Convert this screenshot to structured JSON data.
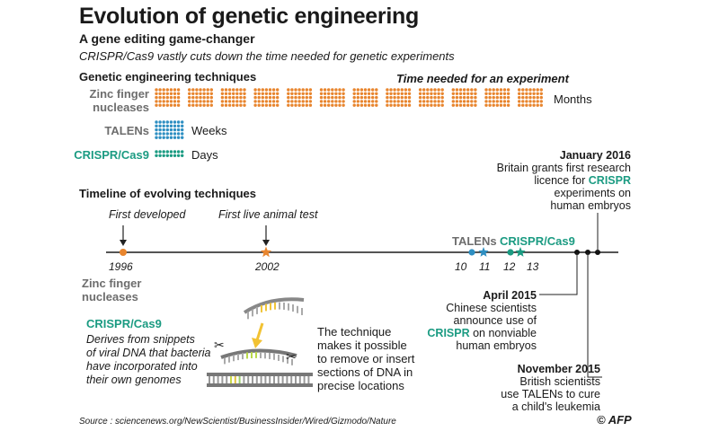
{
  "title": "Evolution of genetic engineering",
  "subtitle": "A gene editing game-changer",
  "intro": "CRISPR/Cas9 vastly cuts down the time needed for genetic experiments",
  "techniques": {
    "header": "Genetic engineering techniques",
    "time_header": "Time needed for an experiment",
    "rows": [
      {
        "name_line1": "Zinc finger",
        "name_line2": "nucleases",
        "duration": "Months",
        "color": "#e8852e",
        "blocks": 12
      },
      {
        "name_line1": "TALENs",
        "name_line2": "",
        "duration": "Weeks",
        "color": "#2e8fc2",
        "blocks": 1
      },
      {
        "name_line1": "CRISPR/Cas9",
        "name_line2": "",
        "duration": "Days",
        "color": "#1b9b82",
        "blocks": 1
      }
    ]
  },
  "timeline": {
    "header": "Timeline of evolving techniques",
    "first_developed": "First developed",
    "first_animal": "First live animal test",
    "year_1996": "1996",
    "year_2002": "2002",
    "tick_10": "10",
    "tick_11": "11",
    "tick_12": "12",
    "tick_13": "13",
    "zinc_line1": "Zinc finger",
    "zinc_line2": "nucleases",
    "talens_marker": "TALENs",
    "crispr_marker": "CRISPR/Cas9"
  },
  "events": {
    "jan2016": {
      "date": "January 2016",
      "l1": "Britain grants first research",
      "l2a": "licence for ",
      "l2b": "CRISPR",
      "l3": "experiments on",
      "l4": "human embryos"
    },
    "apr2015": {
      "date": "April 2015",
      "l1": "Chinese scientists",
      "l2": "announce use of",
      "l3a": "CRISPR",
      "l3b": " on nonviable",
      "l4": "human embryos"
    },
    "nov2015": {
      "date": "November 2015",
      "l1": "British scientists",
      "l2": "use TALENs to cure",
      "l3": "a child's leukemia"
    }
  },
  "crispr_box": {
    "title": "CRISPR/Cas9",
    "l1": "Derives from snippets",
    "l2": "of viral DNA that bacteria",
    "l3": "have incorporated into",
    "l4": "their own genomes"
  },
  "technique_text": {
    "l1": "The technique",
    "l2": "makes it possible",
    "l3": "to remove or insert",
    "l4": "sections of DNA in",
    "l5": "precise locations"
  },
  "source": "Source : sciencenews.org/NewScientist/BusinessInsider/Wired/Gizmodo/Nature",
  "logo": "© AFP"
}
